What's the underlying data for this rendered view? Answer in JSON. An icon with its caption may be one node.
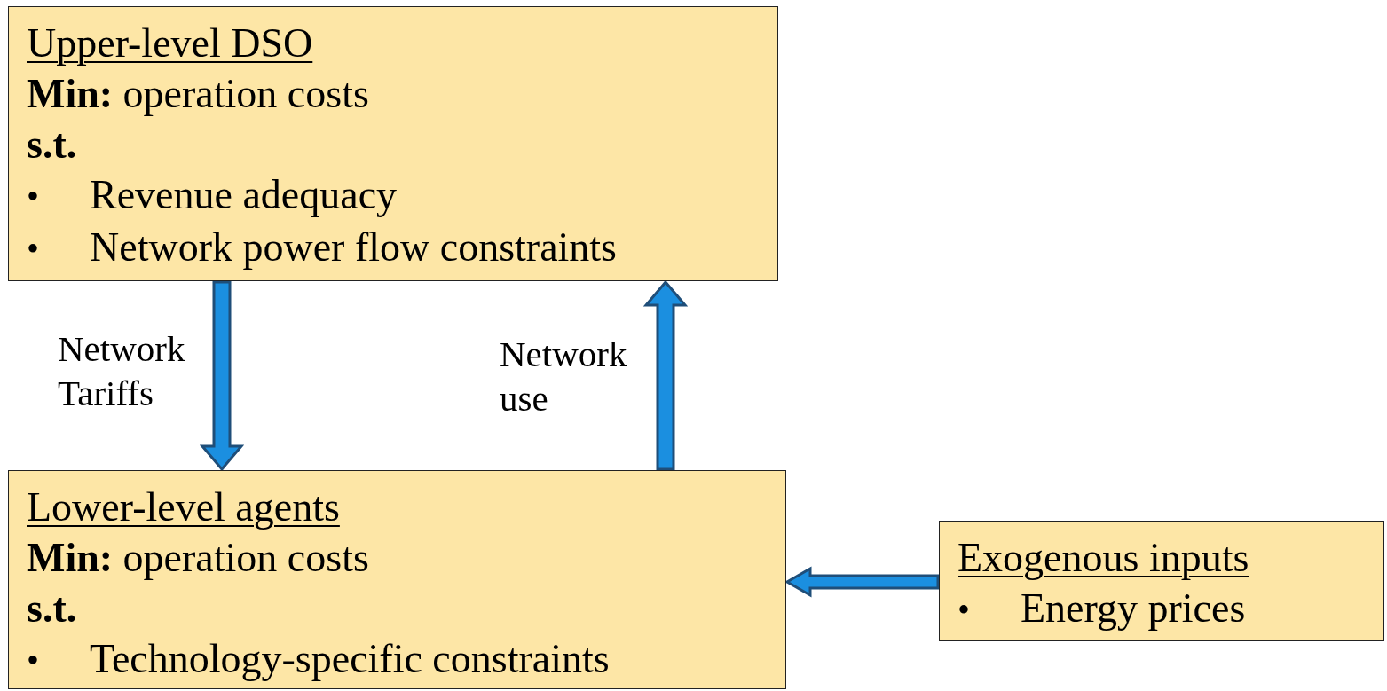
{
  "diagram": {
    "nodes": [
      {
        "text": [
          "Upper-level DSO",
          "**Min:** operation costs",
          "s.t.",
          "•",
          "Revenue adequacy",
          "•",
          "Network power flow constraints"
        ]
      },
      {
        "text": [
          "Lower-level agents",
          "**Min:** operation costs",
          "s.t.",
          "•",
          "Technology-specific constraints"
        ]
      },
      {
        "text": [
          "Exogenous inputs",
          "•",
          "Energy prices"
        ]
      }
    ],
    "edges": [
      {
        "from": 0,
        "to": 1,
        "arrow": "to",
        "label": "Network Tariffs"
      },
      {
        "from": 1,
        "to": 0,
        "arrow": "to",
        "label": "Network use"
      },
      {
        "from": 2,
        "to": 1,
        "arrow": "to"
      }
    ]
  }
}
